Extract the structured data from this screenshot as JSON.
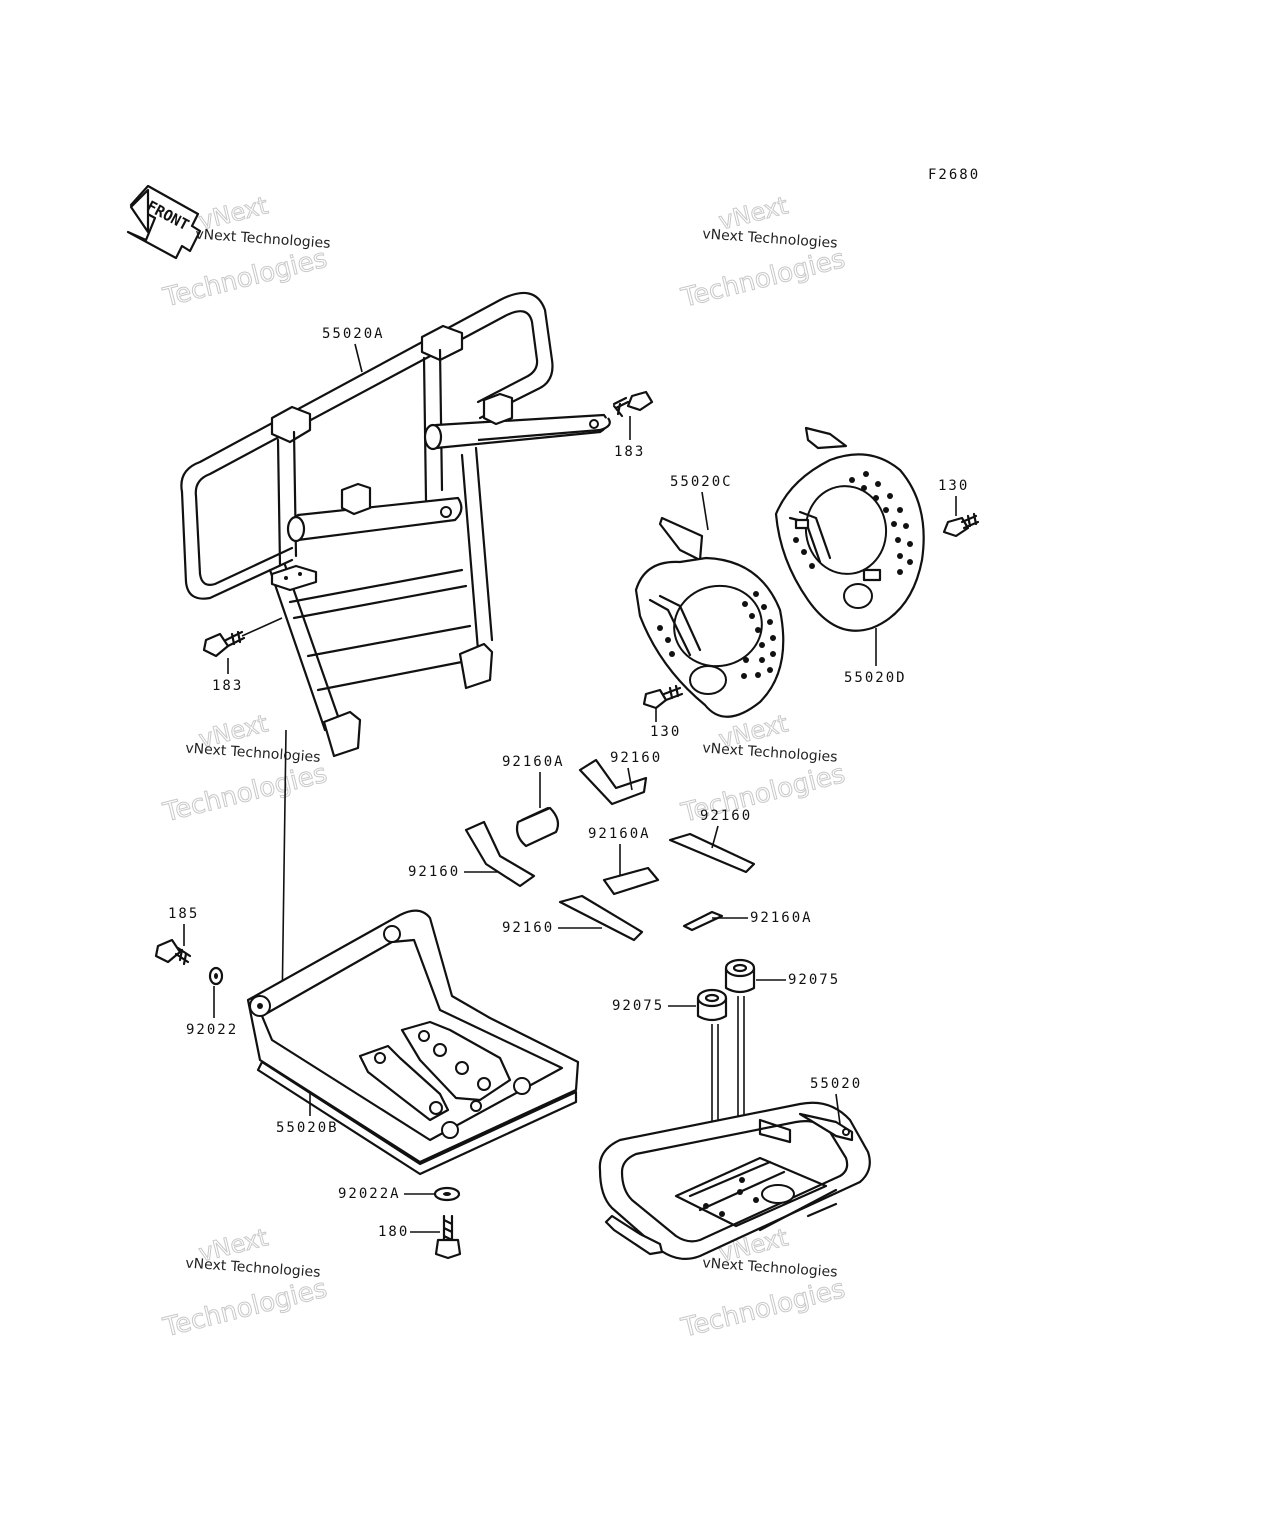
{
  "figure_code": "F2680",
  "front_indicator": "FRONT",
  "watermark": {
    "line1": "vNext",
    "line2": "vNext Technologies",
    "line3": "Technologies"
  },
  "labels": {
    "p55020A": "55020A",
    "p183_top": "183",
    "p183_left": "183",
    "p55020C": "55020C",
    "p130_right": "130",
    "p130_mid": "130",
    "p55020D": "55020D",
    "p92160A_1": "92160A",
    "p92160_1": "92160",
    "p92160_2": "92160",
    "p92160A_2": "92160A",
    "p92160_3": "92160",
    "p92160_4": "92160",
    "p92160A_3": "92160A",
    "p185": "185",
    "p92022": "92022",
    "p55020B": "55020B",
    "p92075_1": "92075",
    "p92075_2": "92075",
    "p55020": "55020",
    "p92022A": "92022A",
    "p180": "180"
  }
}
